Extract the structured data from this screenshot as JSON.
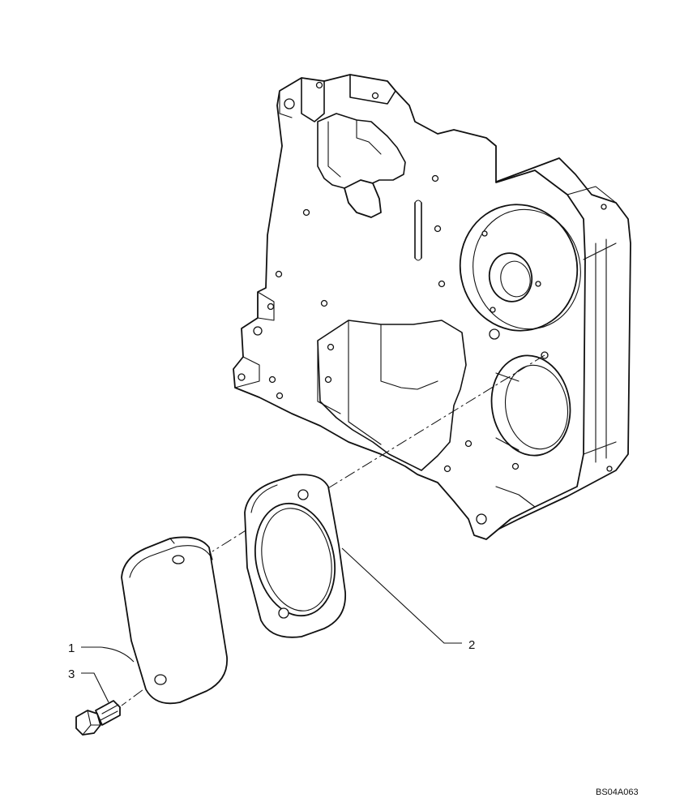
{
  "callouts": {
    "item1": "1",
    "item2": "2",
    "item3": "3"
  },
  "reference_code": "BS04A063"
}
